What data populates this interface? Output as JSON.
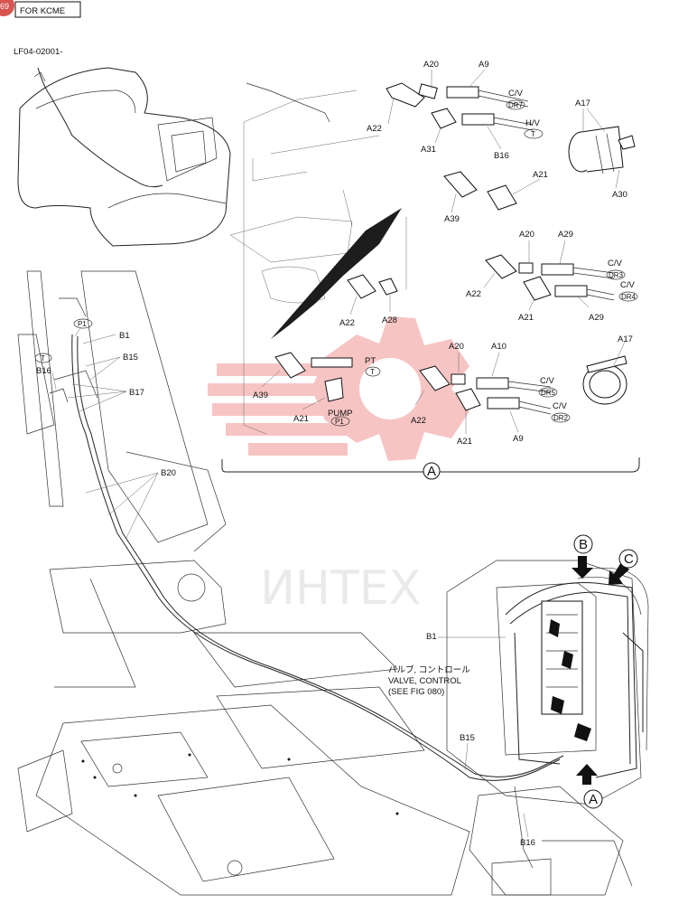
{
  "header": {
    "page_corner_mark": "69",
    "box_label": "FOR KCME",
    "serial": "LF04-02001-"
  },
  "watermark": {
    "text": "ИНТЕХ",
    "color": "#e85050"
  },
  "detail_a": {
    "section_marker": "A",
    "callouts": {
      "A20_top": "A20",
      "A9_top": "A9",
      "A22_top": "A22",
      "A31": "A31",
      "B16_top": "B16",
      "A17_top": "A17",
      "A30": "A30",
      "A39_top": "A39",
      "A21_top": "A21",
      "A20_mid": "A20",
      "A29_top": "A29",
      "A22_mid": "A22",
      "A21_mid": "A21",
      "A29_bot": "A29",
      "A22_left": "A22",
      "A28": "A28",
      "A17_bot": "A17",
      "A20_low": "A20",
      "A10": "A10",
      "A39_low": "A39",
      "PT": "PT",
      "A21_low": "A21",
      "PUMP": "PUMP",
      "A22_low": "A22",
      "A21_low2": "A21",
      "A9_low": "A9"
    },
    "ports": {
      "cv1": "C/V",
      "dr7": "DR7",
      "hv": "H/V",
      "t1": "T",
      "cv2": "C/V",
      "dr3": "DR3",
      "cv3": "C/V",
      "dr4": "DR4",
      "pt_t": "T",
      "p1_pump": "P1",
      "cv4": "C/V",
      "dr5": "DR5",
      "cv5": "C/V",
      "dr2": "DR2"
    }
  },
  "main_view": {
    "callouts": {
      "p1": "P1",
      "b1_left": "B1",
      "t_left": "T",
      "b15_left": "B15",
      "b16_left": "B16",
      "b17": "B17",
      "b20": "B20",
      "b1_valve": "B1",
      "b15_low": "B15",
      "b16_low": "B16"
    },
    "valve_note": {
      "jp": "バルブ, コントロール",
      "en": "VALVE, CONTROL",
      "ref": "(SEE FIG 080)"
    },
    "arrows": {
      "b": "B",
      "c": "C",
      "a": "A"
    }
  }
}
